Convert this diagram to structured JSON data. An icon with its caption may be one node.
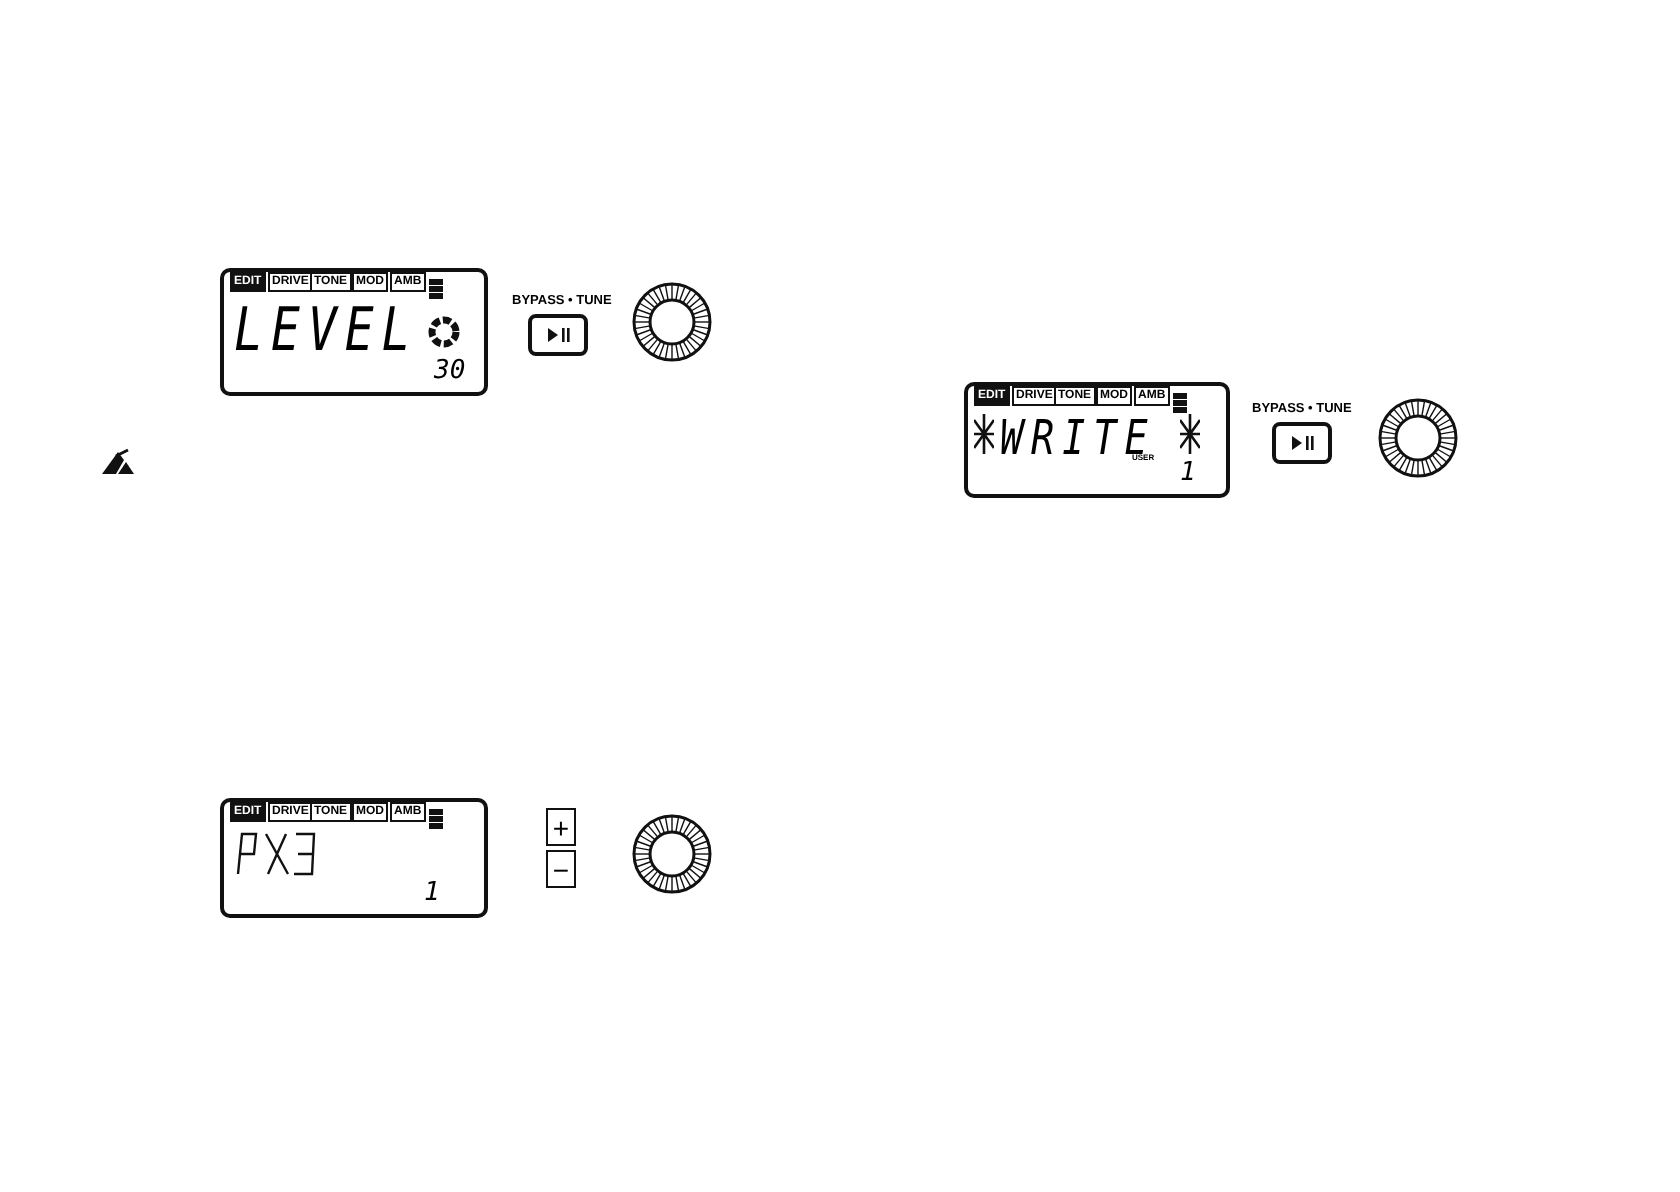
{
  "diagram": {
    "labels": [
      "EDIT",
      "DRIVE",
      "TONE",
      "MOD",
      "AMB",
      "LEVEL",
      "30",
      "BYPASS • TUNE",
      "EDIT",
      "DRIVE",
      "TONE",
      "MOD",
      "AMB",
      "WRITE",
      "USER",
      "1",
      "BYPASS • TUNE",
      "EDIT",
      "DRIVE",
      "TONE",
      "MOD",
      "AMB",
      "1",
      "+",
      "−"
    ]
  }
}
